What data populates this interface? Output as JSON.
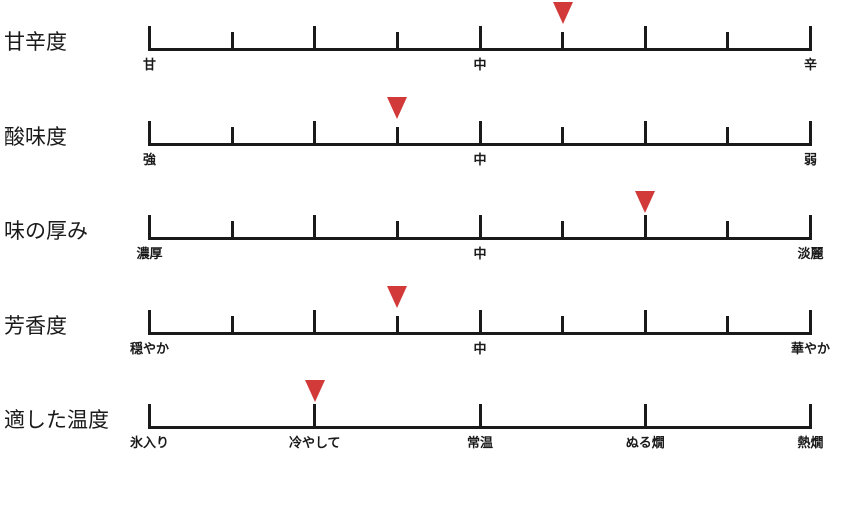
{
  "colors": {
    "marker": "#d23a3a",
    "line": "#1a1a1a"
  },
  "rows": [
    {
      "label": "甘辛度",
      "ticks": 9,
      "marker_position": 0.625,
      "end_labels": [
        "甘",
        "中",
        "辛"
      ]
    },
    {
      "label": "酸味度",
      "ticks": 9,
      "marker_position": 0.375,
      "end_labels": [
        "強",
        "中",
        "弱"
      ]
    },
    {
      "label": "味の厚み",
      "ticks": 9,
      "marker_position": 0.75,
      "end_labels": [
        "濃厚",
        "中",
        "淡麗"
      ]
    },
    {
      "label": "芳香度",
      "ticks": 9,
      "marker_position": 0.375,
      "end_labels": [
        "穏やか",
        "中",
        "華やか"
      ]
    },
    {
      "label": "適した温度",
      "ticks": 5,
      "marker_position": 0.25,
      "end_labels": [
        "氷入り",
        "冷やして",
        "常温",
        "ぬる燗",
        "熱燗"
      ]
    }
  ]
}
